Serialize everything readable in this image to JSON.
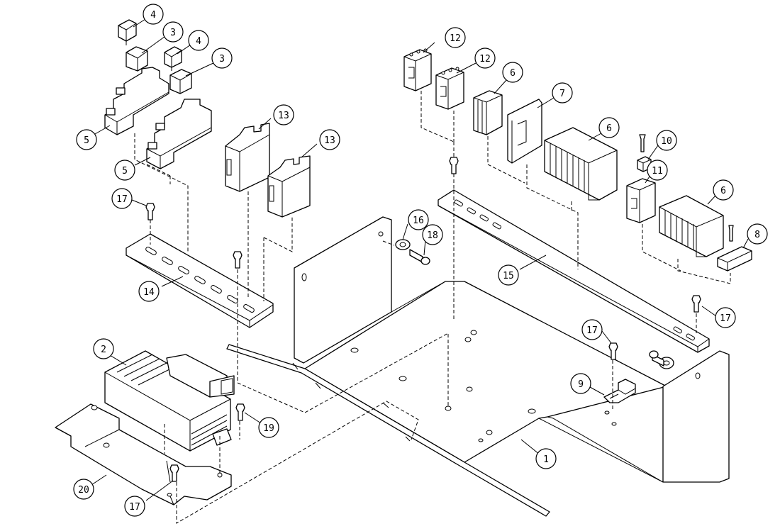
{
  "callouts": [
    {
      "num": "1"
    },
    {
      "num": "2"
    },
    {
      "num": "3"
    },
    {
      "num": "3"
    },
    {
      "num": "4"
    },
    {
      "num": "4"
    },
    {
      "num": "5"
    },
    {
      "num": "5"
    },
    {
      "num": "6"
    },
    {
      "num": "6"
    },
    {
      "num": "6"
    },
    {
      "num": "7"
    },
    {
      "num": "8"
    },
    {
      "num": "9"
    },
    {
      "num": "10"
    },
    {
      "num": "11"
    },
    {
      "num": "12"
    },
    {
      "num": "12"
    },
    {
      "num": "13"
    },
    {
      "num": "13"
    },
    {
      "num": "14"
    },
    {
      "num": "15"
    },
    {
      "num": "16"
    },
    {
      "num": "17"
    },
    {
      "num": "17"
    },
    {
      "num": "17"
    },
    {
      "num": "17"
    },
    {
      "num": "18"
    },
    {
      "num": "19"
    },
    {
      "num": "20"
    }
  ]
}
